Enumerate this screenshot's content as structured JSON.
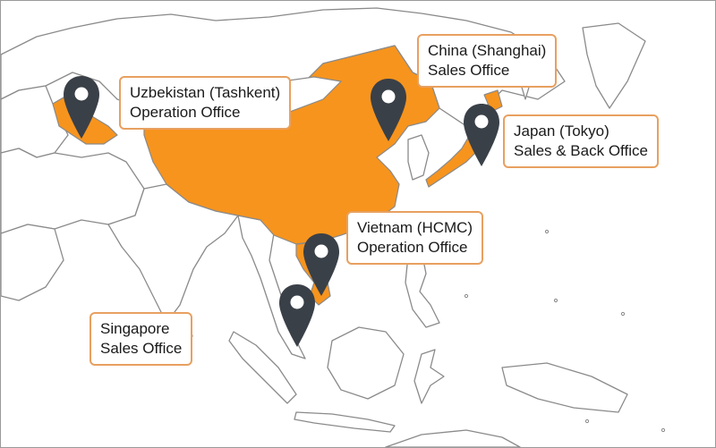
{
  "colors": {
    "highlight": "#f7941d",
    "land": "#ffffff",
    "border_line": "#8a8a8a",
    "pin": "#3a4048",
    "label_border": "#e8a060"
  },
  "icon": "map-pin-icon",
  "offices": [
    {
      "country": "Uzbekistan (Tashkent)",
      "role": "Operation Office"
    },
    {
      "country": "China (Shanghai)",
      "role": "Sales Office"
    },
    {
      "country": "Japan (Tokyo)",
      "role": "Sales & Back Office"
    },
    {
      "country": "Vietnam (HCMC)",
      "role": "Operation Office"
    },
    {
      "country": "Singapore",
      "role": "Sales Office"
    }
  ]
}
